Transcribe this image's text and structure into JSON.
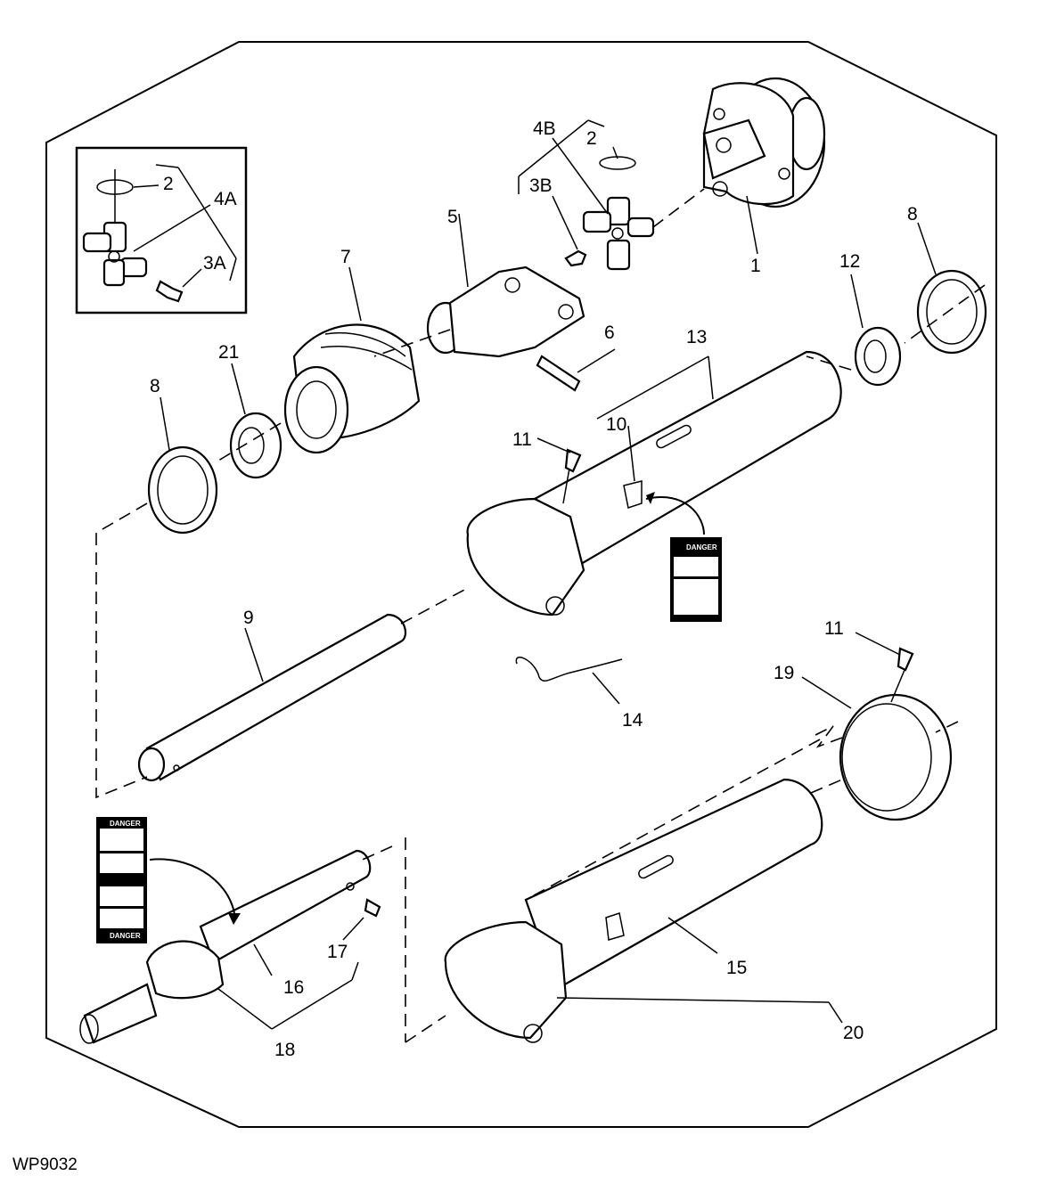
{
  "figure_id": "WP9032",
  "callouts": [
    "1",
    "2",
    "2",
    "3A",
    "3B",
    "4A",
    "4B",
    "5",
    "6",
    "7",
    "8",
    "8",
    "9",
    "10",
    "11",
    "11",
    "12",
    "13",
    "14",
    "15",
    "16",
    "17",
    "18",
    "19",
    "20",
    "21"
  ],
  "decal_texts": {
    "danger": "DANGER"
  }
}
